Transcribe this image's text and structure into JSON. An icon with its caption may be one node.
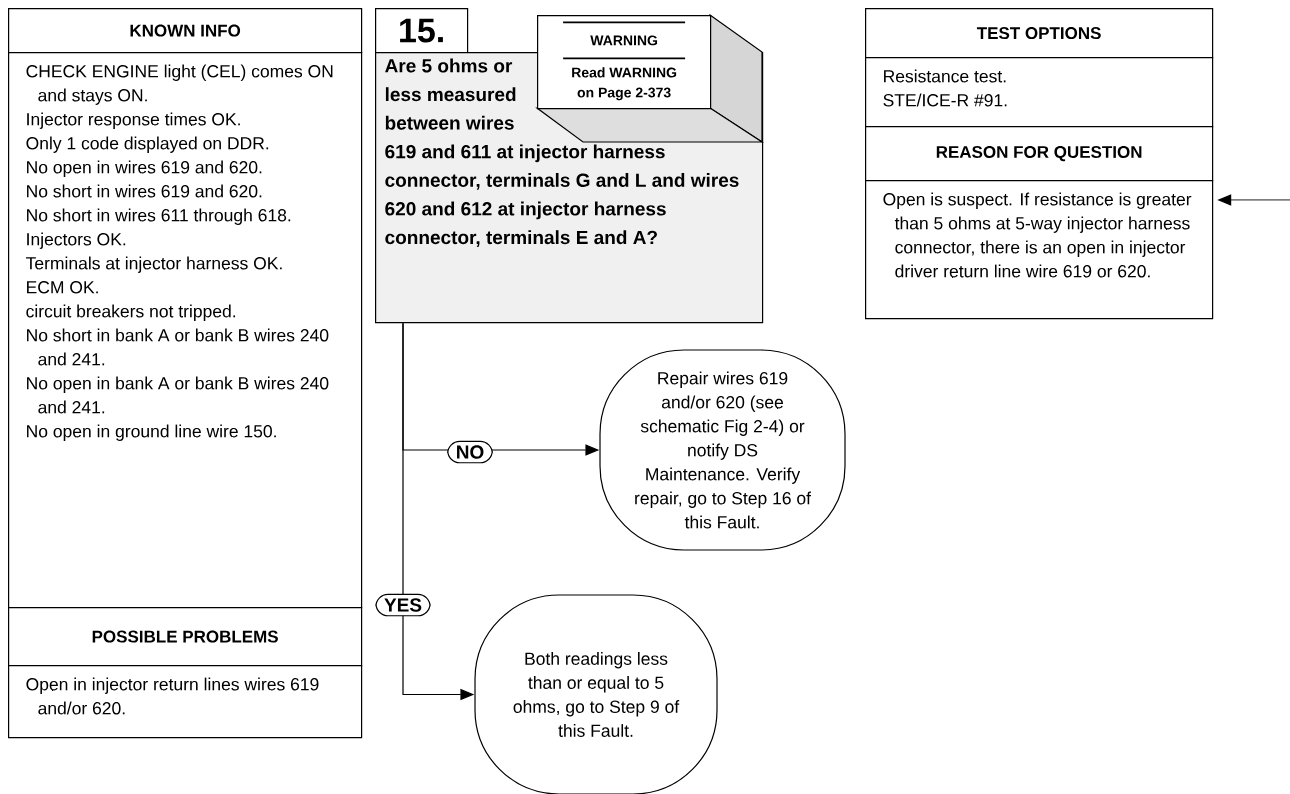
{
  "diagram": {
    "nodes": [
      {
        "text": [
          "KNOWN INFO"
        ]
      },
      {
        "text": [
          "CHECK ENGINE light (CEL) comes ON and stays ON.",
          "Injector response times OK.",
          "Only 1 code displayed on DDR.",
          "No open in wires 619 and 620.",
          "No short in wires 619 and 620.",
          "No short in wires 611 through 618.",
          "Injectors OK.",
          "Terminals at injector harness OK.",
          "ECM OK.",
          "circuit breakers not tripped.",
          "No short in bank A or bank B wires 240 and 241.",
          "No open in bank A or bank B wires 240 and 241.",
          "No open in ground line wire 150."
        ]
      },
      {
        "text": [
          "POSSIBLE PROBLEMS"
        ]
      },
      {
        "text": [
          "Open in injector return lines wires 619 and/or 620."
        ]
      },
      {
        "text": [
          "15."
        ]
      },
      {
        "text": [
          "Are 5 ohms or less measured between wires 619 and 611 at injector harness connector, terminals G and L and wires 620 and 612 at injector harness connector, terminals E and A?"
        ]
      },
      {
        "text": [
          "WARNING",
          "Read WARNING on Page 2-373"
        ]
      },
      {
        "text": [
          "TEST OPTIONS"
        ]
      },
      {
        "text": [
          "Resistance test.",
          "STE/ICE-R #91."
        ]
      },
      {
        "text": [
          "REASON FOR QUESTION"
        ]
      },
      {
        "text": [
          "Open is suspect. If resistance is greater than 5 ohms at 5-way injector harness connector, there is an open in injector driver return line wire 619 or 620."
        ]
      },
      {
        "text": [
          "Repair wires 619 and/or 620 (see schematic Fig 2-4) or notify DS Maintenance. Verify repair, go to Step 16 of this Fault."
        ]
      },
      {
        "text": [
          "Both readings less than or equal to 5 ohms, go to Step 9 of this Fault."
        ]
      }
    ],
    "edges": [
      {
        "from": 5,
        "to": 11,
        "arrow": "to",
        "label": "NO"
      },
      {
        "from": 5,
        "to": 12,
        "arrow": "to",
        "label": "YES"
      },
      {
        "from": null,
        "to": 10,
        "arrow": "to"
      }
    ]
  }
}
